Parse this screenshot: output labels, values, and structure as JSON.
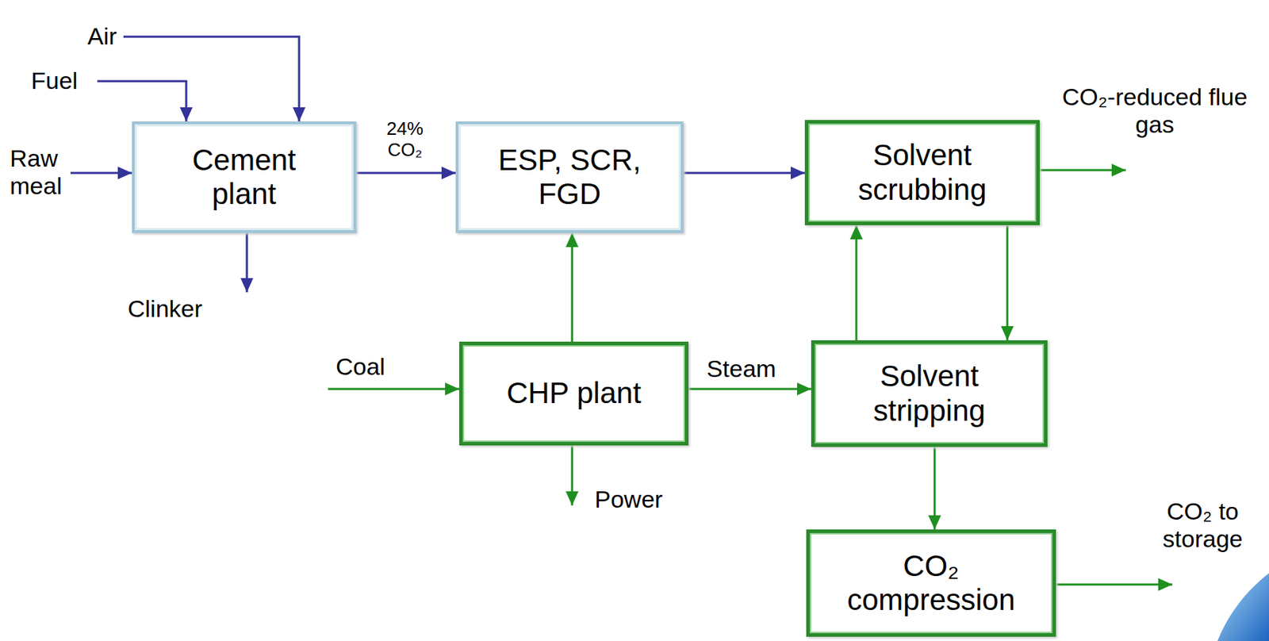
{
  "diagram": {
    "nodes": [
      {
        "text": [
          "Cement plant"
        ]
      },
      {
        "text": [
          "ESP, SCR, FGD"
        ]
      },
      {
        "text": [
          "Solvent scrubbing"
        ]
      },
      {
        "text": [
          "CHP plant"
        ]
      },
      {
        "text": [
          "Solvent stripping"
        ]
      },
      {
        "text": [
          "CO₂ compression"
        ]
      }
    ],
    "edges": [
      {
        "from": 0,
        "to": 1,
        "arrow": "to",
        "label": "24% CO₂"
      },
      {
        "from": 1,
        "to": 2,
        "arrow": "to"
      },
      {
        "from": 3,
        "to": 1,
        "arrow": "to"
      },
      {
        "from": 3,
        "to": 4,
        "arrow": "to",
        "label": "Steam"
      },
      {
        "from": 4,
        "to": 2,
        "arrow": "to"
      },
      {
        "from": 2,
        "to": 4,
        "arrow": "to"
      },
      {
        "from": 4,
        "to": 5,
        "arrow": "to"
      }
    ],
    "labels": [
      "Air",
      "Fuel",
      "Raw meal",
      "Clinker",
      "Coal",
      "Power",
      "CO₂-reduced flue gas",
      "CO₂ to storage"
    ]
  }
}
